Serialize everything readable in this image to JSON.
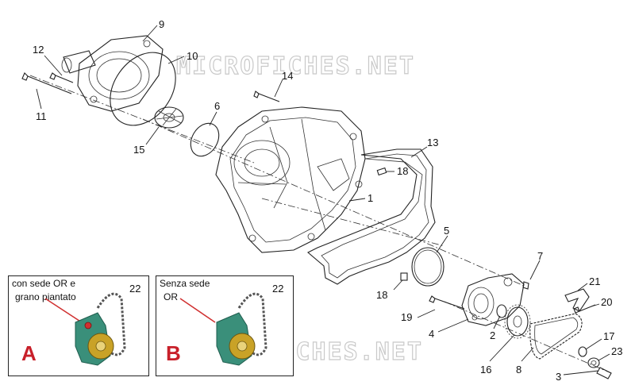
{
  "watermark": "MICROFICHES.NET",
  "callouts": [
    "9",
    "10",
    "12",
    "11",
    "14",
    "6",
    "15",
    "13",
    "18",
    "1",
    "5",
    "7",
    "21",
    "20",
    "19",
    "4",
    "2",
    "16",
    "8",
    "17",
    "23",
    "3",
    "18"
  ],
  "inset_a": {
    "caption_line1": "con sede OR e",
    "caption_line2": "grano piantato",
    "number": "22",
    "letter": "A"
  },
  "inset_b": {
    "caption_line1": "Senza sede",
    "caption_line2": "OR",
    "number": "22",
    "letter": "B"
  },
  "colors": {
    "line": "#222222",
    "inset_letter": "#c8202a",
    "pump_body": "#3a8f7a",
    "pump_gear": "#c9a227",
    "pointer": "#d03030"
  }
}
